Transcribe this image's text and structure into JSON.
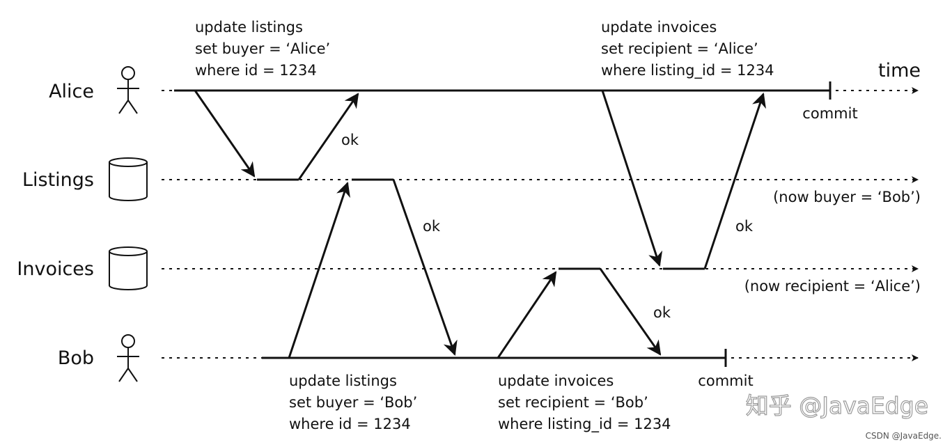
{
  "actors": {
    "alice": "Alice",
    "listings": "Listings",
    "invoices": "Invoices",
    "bob": "Bob"
  },
  "time_label": "time",
  "alice_notes": {
    "listings": [
      "update listings",
      "set buyer = ‘Alice’",
      "where id = 1234"
    ],
    "invoices": [
      "update invoices",
      "set recipient = ‘Alice’",
      "where listing_id = 1234"
    ]
  },
  "bob_notes": {
    "listings": [
      "update listings",
      "set buyer = ‘Bob’",
      "where id = 1234"
    ],
    "invoices": [
      "update invoices",
      "set recipient = ‘Bob’",
      "where listing_id = 1234"
    ]
  },
  "ok_label": "ok",
  "commit_label": "commit",
  "listings_state": "(now buyer = ‘Bob’)",
  "invoices_state": "(now recipient = ‘Alice’)",
  "watermark": {
    "main": "知乎 @JavaEdge",
    "csdn": "CSDN @JavaEdge."
  }
}
